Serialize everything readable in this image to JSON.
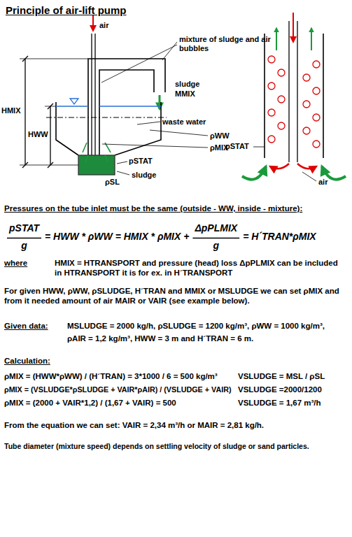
{
  "diagram": {
    "title": "Principle of air-lift pump",
    "labels": [
      "air",
      "mixture of sludge and air bubbles",
      "sludge",
      "MMIX",
      "waste water",
      "ρWW",
      "ρMIX",
      "pSTAT",
      "sludge",
      "ρSL",
      "HMIX",
      "HWW",
      "pSTAT",
      "air",
      "Pressures on the tube inlet must be the same (outside - WW, inside - mixture):",
      "pSTAT",
      "g",
      "= HWW * ρWW = HMIX * ρMIX +",
      "ΔpPLMIX",
      "g",
      "= H´TRAN*ρMIX",
      "where",
      "HMIX = HTRANSPORT and pressure (head) loss ΔpPLMIX can be included in HTRANSPORT it is for ex. in H´TRANSPORT",
      "For given HWW, ρWW, ρSLUDGE, H´TRAN and MMIX or MSLUDGE we can set ρMIX and from it needed amount of air MAIR or VAIR (see example below).",
      "Given data:",
      "MSLUDGE = 2000 kg/h, ρSLUDGE = 1200 kg/m³, ρWW = 1000 kg/m³,",
      "ρAIR = 1,2 kg/m³, HWW = 3 m and H´TRAN = 6 m.",
      "Calculation:",
      "ρMIX = (HWW*ρWW) / (H´TRAN) = 3*1000 / 6 = 500 kg/m³",
      "VSLUDGE = MSL / ρSL",
      "ρMIX = (VSLUDGE*ρSLUDGE + VAIR*ρAIR) / (VSLUDGE + VAIR)",
      "VSLUDGE =2000/1200",
      "ρMIX = (2000 + VAIR*1,2) / (1,67 + VAIR) = 500",
      "VSLUDGE = 1,67 m³/h",
      "From the equation we can set: VAIR = 2,34 m³/h or MAIR = 2,81 kg/h.",
      "Tube diameter (mixture speed) depends on settling velocity of sludge or sand particles."
    ]
  }
}
